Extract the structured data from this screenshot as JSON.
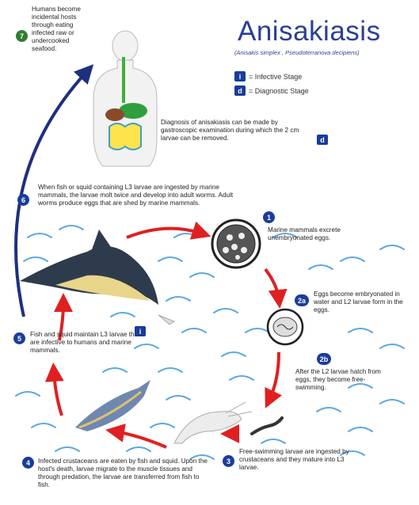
{
  "title": "Anisakiasis",
  "subtitle": "(Anisakis simplex , Pseudoterranova decipiens)",
  "legend": {
    "infective_symbol": "i",
    "infective_label": "= Infective Stage",
    "diagnostic_symbol": "d",
    "diagnostic_label": "= Diagnostic Stage"
  },
  "diagnosis": {
    "text": "Diagnosis of anisakiasis can be made by gastroscopic examination during which the 2 cm larvae can be removed.",
    "symbol": "d"
  },
  "steps": [
    {
      "num": "1",
      "text": "Marine mammals excrete unembryonated eggs."
    },
    {
      "num": "2a",
      "text": "Eggs become embryonated in water and L2 larvae form in the eggs."
    },
    {
      "num": "2b",
      "text": "After the L2 larvae hatch from eggs, they become free-swimming."
    },
    {
      "num": "3",
      "text": "Free-swimming larvae are ingested by crustaceans and they mature into L3 larvae."
    },
    {
      "num": "4",
      "text": "Infected crustaceans are eaten by fish and squid. Upon the host's death, larvae migrate to the muscle tissues and through predation, the larvae are transferred from fish to fish."
    },
    {
      "num": "5",
      "text": "Fish and squid maintain L3 larvae that are infective to humans and marine mammals.",
      "symbol": "i"
    },
    {
      "num": "6",
      "text": "When fish or squid containing L3 larvae are ingested by marine mammals, the larvae molt twice and develop into adult worms. Adult worms produce eggs that are shed by marine mammals."
    },
    {
      "num": "7",
      "text": "Humans become incidental hosts through eating infected raw or undercooked seafood."
    }
  ],
  "colors": {
    "accent": "#2b3f94",
    "arrow_red": "#e02020",
    "arrow_blue": "#1f2f80",
    "wave": "#5aa8e0",
    "green": "#2f7d2f"
  }
}
